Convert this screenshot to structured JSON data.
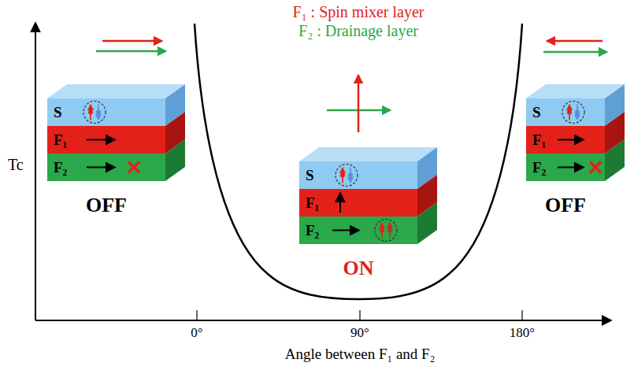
{
  "diagram": {
    "nodes": [
      {
        "text": [
          "OFF"
        ]
      },
      {
        "text": [
          "S"
        ],
        "in": 0
      },
      {
        "text": [
          "F₁"
        ],
        "in": 0
      },
      {
        "text": [
          "F₂"
        ],
        "in": 0
      },
      {
        "text": [
          "ON"
        ]
      },
      {
        "text": [
          "S"
        ],
        "in": 4
      },
      {
        "text": [
          "F₁"
        ],
        "in": 4
      },
      {
        "text": [
          "F₂"
        ],
        "in": 4
      },
      {
        "text": [
          "OFF"
        ]
      },
      {
        "text": [
          "S"
        ],
        "in": 8
      },
      {
        "text": [
          "F₁"
        ],
        "in": 8
      },
      {
        "text": [
          "F₂"
        ],
        "in": 8
      }
    ],
    "edges": [],
    "labels": [
      "F₁ : Spin mixer layer",
      "F₂ : Drainage layer",
      "Tc",
      "0°",
      "90°",
      "180°",
      "Angle between F₁ and F₂"
    ]
  }
}
